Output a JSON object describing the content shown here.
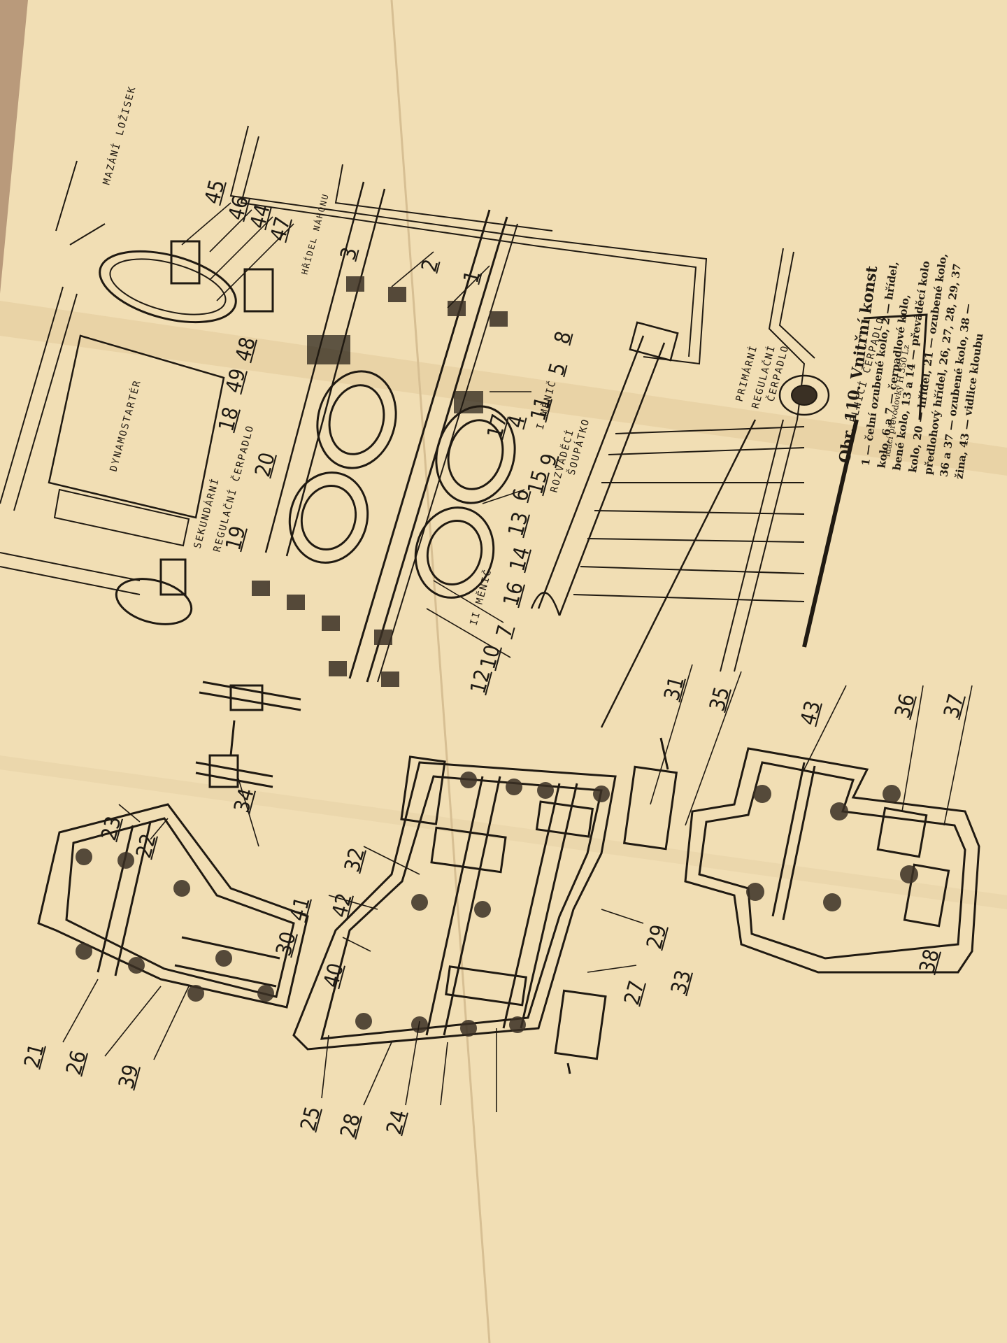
{
  "figure": {
    "caption_title": "Obr. 110. Vnitřní konst",
    "caption_lines": [
      "1 — čelní ozubené kolo, 2 — hřídel,",
      "kolo, 6 a 7 — čerpadlové kolo,",
      "bené kolo, 13 a 14 — převáděcí kolo",
      "kolo, 20 — hřídel, 21 — ozubené kolo,",
      "předlohový hřídel, 26, 27, 28, 29, 37",
      "36 a 37 — ozubené kolo, 38 —",
      "žina, 43 — vidlice kloubu"
    ],
    "caption_fragment": "ídací převodovky H 350 Lz"
  },
  "words": {
    "lube": "MAZÁNÍ LOŽISEK",
    "shaft": "HŘÍDEL NÁHONU",
    "dynamo": "DYNAMOSTARTÉR",
    "secondary_pump_1": "SEKUNDÁRNÍ",
    "secondary_pump_2": "REGULAČNÍ ČERPADLO",
    "primary_pump_1": "PRIMÁRNÍ",
    "primary_pump_2": "REGULAČNÍ",
    "primary_pump_3": "ČERPADLO",
    "fill_pump": "PLNICÍ ČERPADLO",
    "converter_1": "I MĚNIČ",
    "converter_2": "II MĚNIČ",
    "distributor_1": "ROZVÁDĚCÍ",
    "distributor_2": "ŠOUPÁTKO"
  },
  "labels": [
    "45",
    "46",
    "44",
    "47",
    "3",
    "2",
    "1",
    "8",
    "5",
    "11",
    "4",
    "17",
    "9",
    "15",
    "6",
    "13",
    "14",
    "16",
    "7",
    "10",
    "12",
    "18",
    "20",
    "19",
    "48",
    "49",
    "31",
    "35",
    "43",
    "36",
    "37",
    "23",
    "22",
    "34",
    "32",
    "41",
    "42",
    "30",
    "40",
    "29",
    "27",
    "33",
    "38",
    "21",
    "26",
    "39",
    "25",
    "28",
    "24"
  ],
  "colors": {
    "paper": "#f1deb4",
    "ink": "#1e1a14",
    "wood": "#9a7a60"
  }
}
